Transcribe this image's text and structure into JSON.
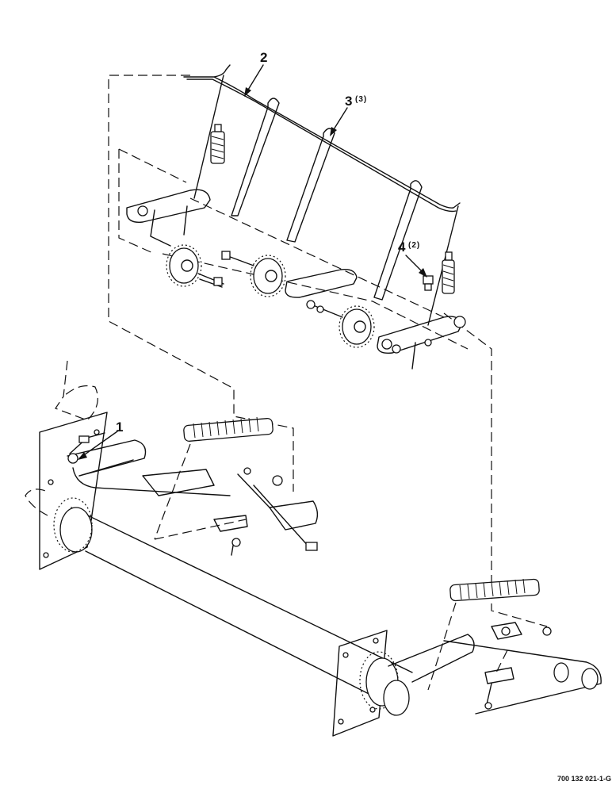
{
  "callouts": [
    {
      "id": "1",
      "label": "1",
      "qty": ""
    },
    {
      "id": "2",
      "label": "2",
      "qty": ""
    },
    {
      "id": "3",
      "label": "3",
      "qty": "(3)"
    },
    {
      "id": "4",
      "label": "4",
      "qty": "(2)"
    }
  ],
  "figure_id": "700 132 021-1-G",
  "colors": {
    "ink": "#111111",
    "paper": "#ffffff"
  }
}
